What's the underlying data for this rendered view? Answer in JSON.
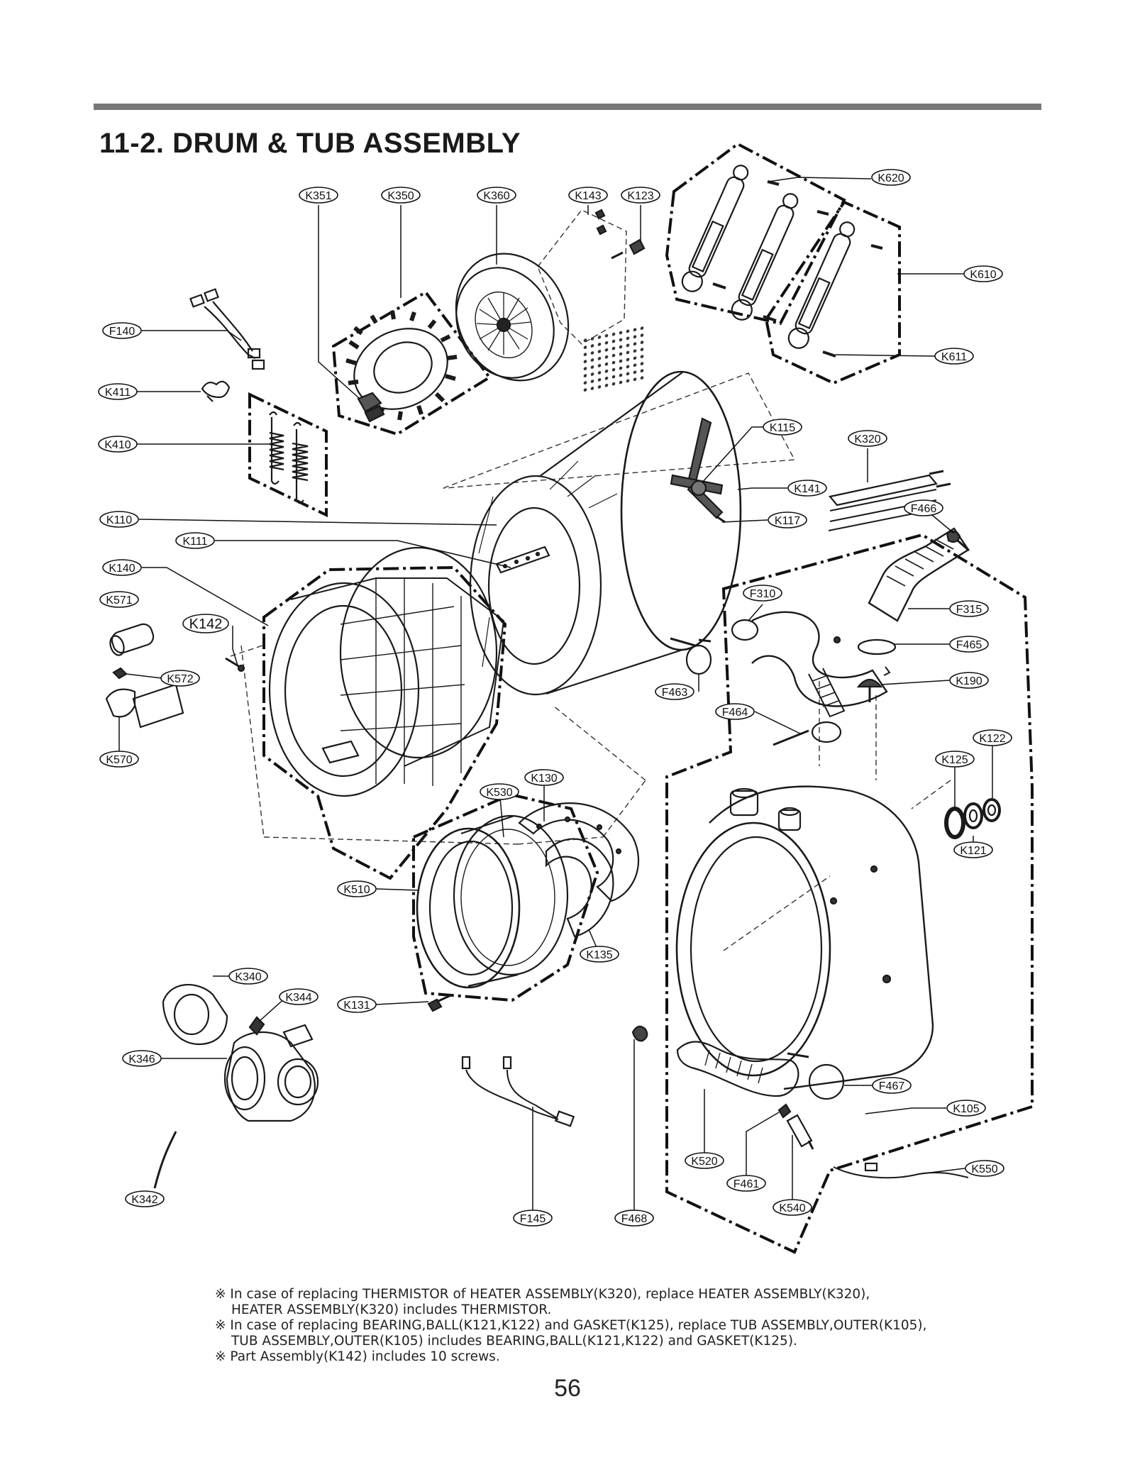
{
  "header": {
    "title": "11-2.  DRUM & TUB ASSEMBLY"
  },
  "colors": {
    "rule": "#777777",
    "ink": "#1a1a1a"
  },
  "callouts": [
    {
      "id": "K351",
      "label": "K351"
    },
    {
      "id": "K350",
      "label": "K350"
    },
    {
      "id": "K360",
      "label": "K360"
    },
    {
      "id": "K143",
      "label": "K143"
    },
    {
      "id": "K123",
      "label": "K123"
    },
    {
      "id": "K620",
      "label": "K620"
    },
    {
      "id": "K610",
      "label": "K610"
    },
    {
      "id": "K611",
      "label": "K611"
    },
    {
      "id": "F140",
      "label": "F140"
    },
    {
      "id": "K411",
      "label": "K411"
    },
    {
      "id": "K410",
      "label": "K410"
    },
    {
      "id": "K115",
      "label": "K115"
    },
    {
      "id": "K320",
      "label": "K320"
    },
    {
      "id": "K141",
      "label": "K141"
    },
    {
      "id": "F466",
      "label": "F466"
    },
    {
      "id": "K117",
      "label": "K117"
    },
    {
      "id": "K110",
      "label": "K110"
    },
    {
      "id": "K111",
      "label": "K111"
    },
    {
      "id": "K140",
      "label": "K140"
    },
    {
      "id": "F310",
      "label": "F310"
    },
    {
      "id": "F315",
      "label": "F315"
    },
    {
      "id": "K571",
      "label": "K571"
    },
    {
      "id": "K142",
      "label": "K142"
    },
    {
      "id": "F465",
      "label": "F465"
    },
    {
      "id": "K572",
      "label": "K572"
    },
    {
      "id": "K190",
      "label": "K190"
    },
    {
      "id": "F463",
      "label": "F463"
    },
    {
      "id": "F464",
      "label": "F464"
    },
    {
      "id": "K122",
      "label": "K122"
    },
    {
      "id": "K570",
      "label": "K570"
    },
    {
      "id": "K125",
      "label": "K125"
    },
    {
      "id": "K130",
      "label": "K130"
    },
    {
      "id": "K530",
      "label": "K530"
    },
    {
      "id": "K121",
      "label": "K121"
    },
    {
      "id": "K510",
      "label": "K510"
    },
    {
      "id": "K135",
      "label": "K135"
    },
    {
      "id": "K340",
      "label": "K340"
    },
    {
      "id": "K344",
      "label": "K344"
    },
    {
      "id": "K131",
      "label": "K131"
    },
    {
      "id": "K346",
      "label": "K346"
    },
    {
      "id": "F467",
      "label": "F467"
    },
    {
      "id": "K105",
      "label": "K105"
    },
    {
      "id": "K520",
      "label": "K520"
    },
    {
      "id": "K550",
      "label": "K550"
    },
    {
      "id": "F461",
      "label": "F461"
    },
    {
      "id": "K342",
      "label": "K342"
    },
    {
      "id": "K540",
      "label": "K540"
    },
    {
      "id": "F145",
      "label": "F145"
    },
    {
      "id": "F468",
      "label": "F468"
    }
  ],
  "notes": {
    "line1": "※ In case of replacing THERMISTOR of HEATER ASSEMBLY(K320), replace HEATER ASSEMBLY(K320),",
    "line2": "HEATER ASSEMBLY(K320) includes THERMISTOR.",
    "line3": "※ In case of replacing BEARING,BALL(K121,K122) and GASKET(K125), replace TUB ASSEMBLY,OUTER(K105),",
    "line4": "TUB ASSEMBLY,OUTER(K105) includes BEARING,BALL(K121,K122) and GASKET(K125).",
    "line5": "※ Part Assembly(K142) includes 10 screws."
  },
  "footer": {
    "page_number": "56"
  }
}
